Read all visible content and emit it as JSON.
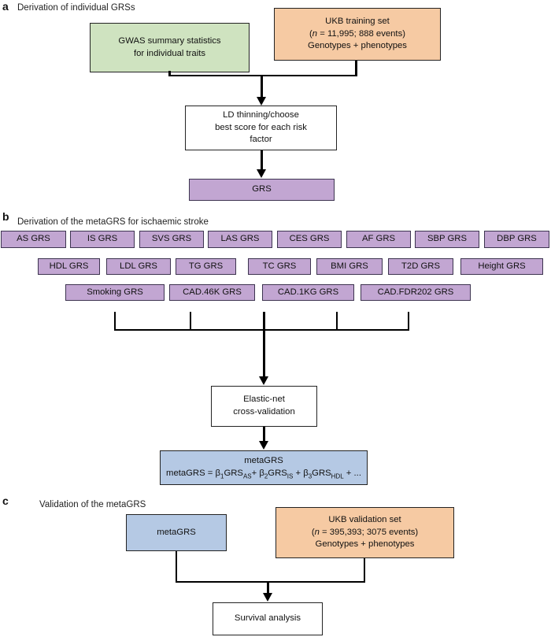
{
  "colors": {
    "green_fill": "#cfe3c0",
    "orange_fill": "#f6caa3",
    "purple_fill": "#c2a6d2",
    "blue_fill": "#b5c9e4",
    "line": "#000000"
  },
  "sections": {
    "a": {
      "label": "a",
      "title": "Derivation of individual GRSs",
      "gwas_box": {
        "line1": "GWAS summary statistics",
        "line2": "for individual traits"
      },
      "ukb_box": {
        "line1": "UKB training set",
        "line2_open": "(",
        "line2_n": "n",
        "line2_rest": " = 11,995; 888 events)",
        "line3": "Genotypes + phenotypes"
      },
      "ld_box": {
        "line1": "LD thinning/choose",
        "line2": "best score for each risk",
        "line3": "factor"
      },
      "grs_box": "GRS"
    },
    "b": {
      "label": "b",
      "title": "Derivation of the metaGRS for ischaemic stroke",
      "row1": [
        "AS GRS",
        "IS GRS",
        "SVS GRS",
        "LAS GRS",
        "CES GRS",
        "AF GRS",
        "SBP GRS",
        "DBP GRS"
      ],
      "row2": [
        "HDL GRS",
        "LDL GRS",
        "TG GRS",
        "TC GRS",
        "BMI GRS",
        "T2D GRS",
        "Height GRS"
      ],
      "row3": [
        "Smoking GRS",
        "CAD.46K GRS",
        "CAD.1KG GRS",
        "CAD.FDR202 GRS"
      ],
      "elastic_box": {
        "line1": "Elastic-net",
        "line2": "cross-validation"
      },
      "metagrs_box": {
        "title": "metaGRS",
        "formula": {
          "p0": "metaGRS = β",
          "s0": "1",
          "p1": "GRS",
          "s1": "AS",
          "p2": "+ β",
          "s2": "2",
          "p3": "GRS",
          "s3": "IS",
          "p4": " + β",
          "s4": "3",
          "p5": "GRS",
          "s5": "HDL",
          "p6": " + ..."
        }
      }
    },
    "c": {
      "label": "c",
      "title": "Validation of the metaGRS",
      "metagrs_box": "metaGRS",
      "ukb_box": {
        "line1": "UKB validation set",
        "line2_open": "(",
        "line2_n": "n",
        "line2_rest": " = 395,393; 3075 events)",
        "line3": "Genotypes + phenotypes"
      },
      "survival_box": "Survival analysis"
    }
  }
}
